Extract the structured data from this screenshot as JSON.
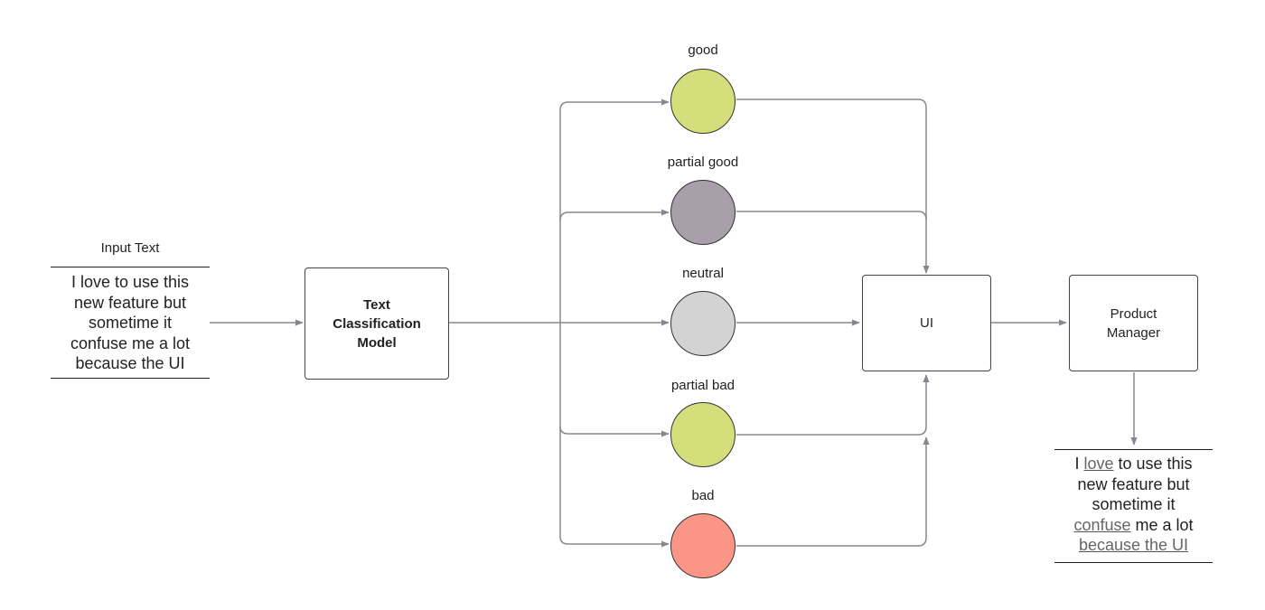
{
  "input": {
    "caption": "Input Text",
    "lines": [
      "I love to use this",
      "new feature but",
      "sometime it",
      "confuse me a lot",
      "because the UI"
    ]
  },
  "model": {
    "lines": [
      "Text",
      "Classification",
      "Model"
    ]
  },
  "categories": [
    {
      "label": "good",
      "color": "#d4df7c"
    },
    {
      "label": "partial good",
      "color": "#a99fab"
    },
    {
      "label": "neutral",
      "color": "#d3d3d3"
    },
    {
      "label": "partial bad",
      "color": "#d4df7c"
    },
    {
      "label": "bad",
      "color": "#fb9687"
    }
  ],
  "ui_box": {
    "label": "UI"
  },
  "manager": {
    "lines": [
      "Product",
      "Manager"
    ]
  },
  "output": {
    "lines": [
      [
        {
          "text": "I "
        },
        {
          "text": "love",
          "highlight": true
        },
        {
          "text": " to use this"
        }
      ],
      [
        {
          "text": "new feature but"
        }
      ],
      [
        {
          "text": "sometime it"
        }
      ],
      [
        {
          "text": "confuse",
          "highlight": true
        },
        {
          "text": " me a lot"
        }
      ],
      [
        {
          "text": "because the UI",
          "highlight": true
        }
      ]
    ]
  }
}
